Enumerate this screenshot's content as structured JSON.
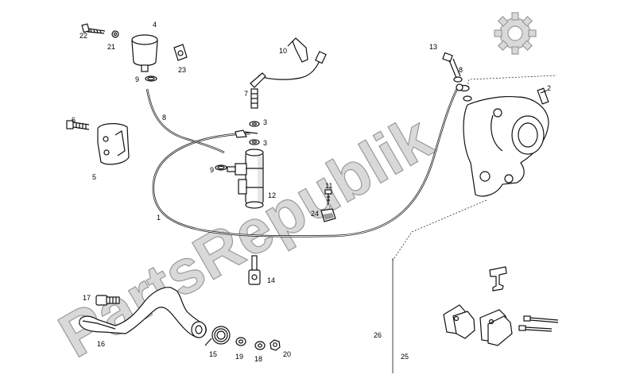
{
  "watermark": {
    "text": "PartsRepublik",
    "logo": "gear-logo-icon"
  },
  "callouts": {
    "c1": "1",
    "c2": "2",
    "c3a": "3",
    "c3b": "3",
    "c4": "4",
    "c5": "5",
    "c6": "6",
    "c7": "7",
    "c8a": "8",
    "c8b": "8",
    "c9a": "9",
    "c9b": "9",
    "c10": "10",
    "c11": "11",
    "c12": "12",
    "c13": "13",
    "c14": "14",
    "c15": "15",
    "c16": "16",
    "c17": "17",
    "c18": "18",
    "c19": "19",
    "c20": "20",
    "c21": "21",
    "c22": "22",
    "c23": "23",
    "c24": "24",
    "c25": "25",
    "c26": "26"
  },
  "colors": {
    "line": "#111111",
    "watermark_fill": "#d9d9d9",
    "watermark_stroke": "#9a9a9a",
    "background": "#ffffff"
  }
}
